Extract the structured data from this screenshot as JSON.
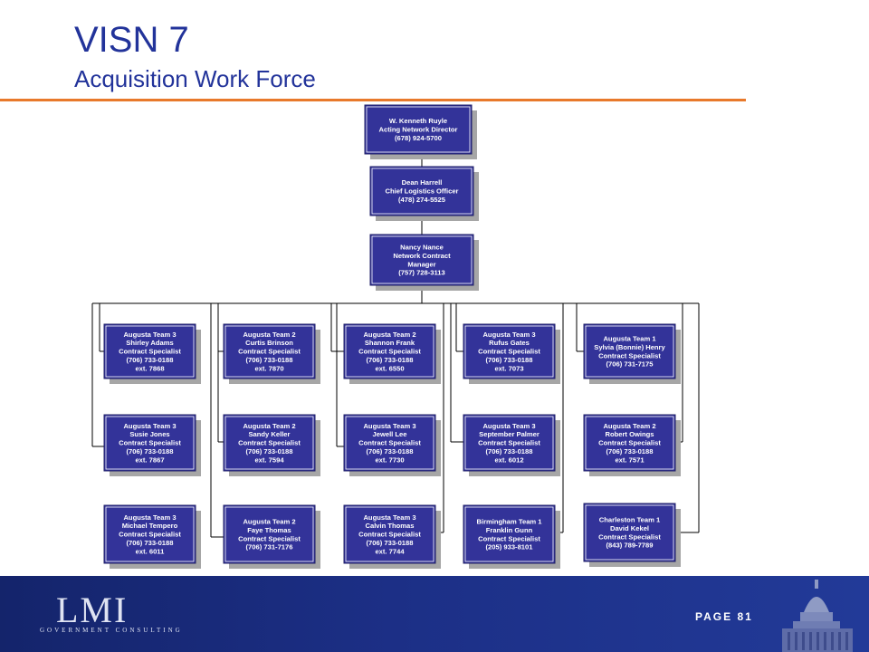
{
  "header": {
    "title": "VISN 7",
    "subtitle": "Acquisition Work Force"
  },
  "chain": [
    {
      "lines": [
        "W. Kenneth Ruyle",
        "Acting Network Director",
        "(678) 924-5700"
      ]
    },
    {
      "lines": [
        "Dean Harrell",
        "Chief Logistics Officer",
        "(478) 274-5525"
      ]
    },
    {
      "lines": [
        "Nancy Nance",
        "Network Contract",
        "Manager",
        "(757) 728-3113"
      ]
    }
  ],
  "columns": [
    [
      {
        "lines": [
          "Augusta Team 3",
          "Shirley Adams",
          "Contract Specialist",
          "(706) 733-0188",
          "ext. 7868"
        ]
      },
      {
        "lines": [
          "Augusta Team 3",
          "Susie Jones",
          "Contract Specialist",
          "(706) 733-0188",
          "ext. 7867"
        ]
      },
      {
        "lines": [
          "Augusta Team 3",
          "Michael Tempero",
          "Contract Specialist",
          "(706) 733-0188",
          "ext. 6011"
        ]
      }
    ],
    [
      {
        "lines": [
          "Augusta Team 2",
          "Curtis Brinson",
          "Contract Specialist",
          "(706) 733-0188",
          "ext. 7870"
        ]
      },
      {
        "lines": [
          "Augusta Team 2",
          "Sandy Keller",
          "Contract Specialist",
          "(706) 733-0188",
          "ext. 7594"
        ]
      },
      {
        "lines": [
          "Augusta Team 2",
          "Faye Thomas",
          "Contract Specialist",
          "(706) 731-7176"
        ]
      }
    ],
    [
      {
        "lines": [
          "Augusta Team 2",
          "Shannon Frank",
          "Contract Specialist",
          "(706) 733-0188",
          "ext. 6550"
        ]
      },
      {
        "lines": [
          "Augusta Team 3",
          "Jewell Lee",
          "Contract Specialist",
          "(706) 733-0188",
          "ext. 7730"
        ]
      },
      {
        "lines": [
          "Augusta Team 3",
          "Calvin Thomas",
          "Contract Specialist",
          "(706) 733-0188",
          "ext. 7744"
        ]
      }
    ],
    [
      {
        "lines": [
          "Augusta Team 3",
          "Rufus Gates",
          "Contract Specialist",
          "(706) 733-0188",
          "ext. 7073"
        ]
      },
      {
        "lines": [
          "Augusta Team 3",
          "September Palmer",
          "Contract Specialist",
          "(706) 733-0188",
          "ext. 6012"
        ]
      },
      {
        "lines": [
          "Birmingham Team 1",
          "Franklin Gunn",
          "Contract Specialist",
          "(205) 933-8101"
        ]
      }
    ],
    [
      {
        "lines": [
          "Augusta Team 1",
          "Sylvia (Bonnie) Henry",
          "Contract Specialist",
          "(706) 731-7175"
        ]
      },
      {
        "lines": [
          "Augusta Team 2",
          "Robert Owings",
          "Contract Specialist",
          "(706) 733-0188",
          "ext. 7571"
        ]
      },
      {
        "lines": [
          "Charleston Team 1",
          "David Kekel",
          "Contract Specialist",
          "(843) 789-7789"
        ]
      }
    ]
  ],
  "footer": {
    "logo_text": "LMI",
    "logo_tagline": "GOVERNMENT CONSULTING",
    "page_label": "PAGE 81"
  },
  "colors": {
    "box_fill": "#333399",
    "box_shadow": "#a6a6a6",
    "accent_rule": "#e8792b",
    "title": "#22339a"
  }
}
